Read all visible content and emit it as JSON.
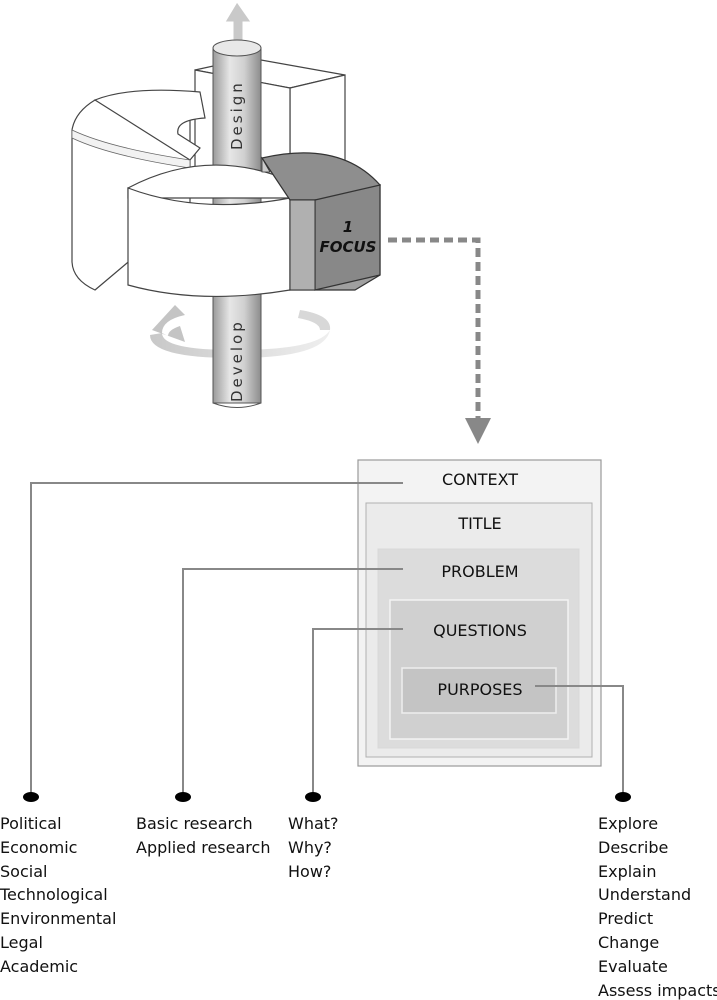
{
  "model": {
    "pillar_top_label": "Design",
    "pillar_bottom_label": "Develop",
    "segment_number": "1",
    "segment_label": "FOCUS"
  },
  "boxes": {
    "context": "CONTEXT",
    "title": "TITLE",
    "problem": "PROBLEM",
    "questions": "QUESTIONS",
    "purposes": "PURPOSES"
  },
  "lists": {
    "context": [
      "Political",
      "Economic",
      "Social",
      "Technological",
      "Environmental",
      "Legal",
      "Academic"
    ],
    "problem": [
      "Basic research",
      "Applied research"
    ],
    "questions": [
      "What?",
      "Why?",
      "How?"
    ],
    "purposes": [
      "Explore",
      "Describe",
      "Explain",
      "Understand",
      "Predict",
      "Change",
      "Evaluate",
      "Assess impacts"
    ]
  }
}
